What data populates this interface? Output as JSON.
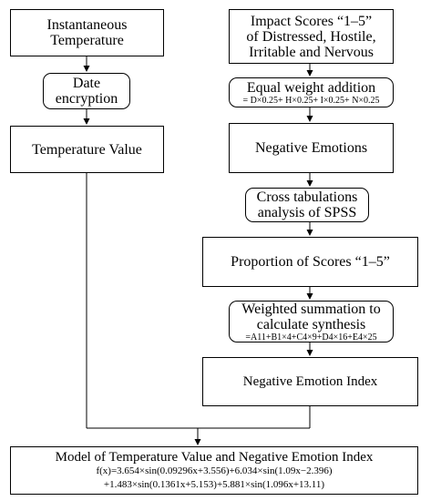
{
  "left_column": {
    "instantaneous_temperature": [
      "Instantaneous",
      "Temperature"
    ],
    "date_encryption": [
      "Date",
      "encryption"
    ],
    "temperature_value": "Temperature Value"
  },
  "right_column": {
    "impact_scores": [
      "Impact Scores “1–5”",
      "of Distressed, Hostile,",
      "Irritable and Nervous"
    ],
    "equal_weight": {
      "title": "Equal weight addition",
      "formula": "= D×0.25+ H×0.25+ I×0.25+ N×0.25"
    },
    "negative_emotions": "Negative Emotions",
    "cross_tabulations": [
      "Cross tabulations",
      "analysis of SPSS"
    ],
    "proportion_scores": "Proportion of Scores “1–5”",
    "weighted_summation": {
      "title": [
        "Weighted summation to",
        "calculate synthesis"
      ],
      "formula": "=A11+B1×4+C4×9+D4×16+E4×25"
    },
    "negative_emotion_index": "Negative Emotion Index"
  },
  "model": {
    "title": "Model of Temperature Value and Negative Emotion Index",
    "formula_line1": "f(x)=3.654×sin(0.09296x+3.556)+6.034×sin(1.09x−2.396)",
    "formula_line2": "+1.483×sin(0.1361x+5.153)+5.881×sin(1.096x+13.11)"
  }
}
